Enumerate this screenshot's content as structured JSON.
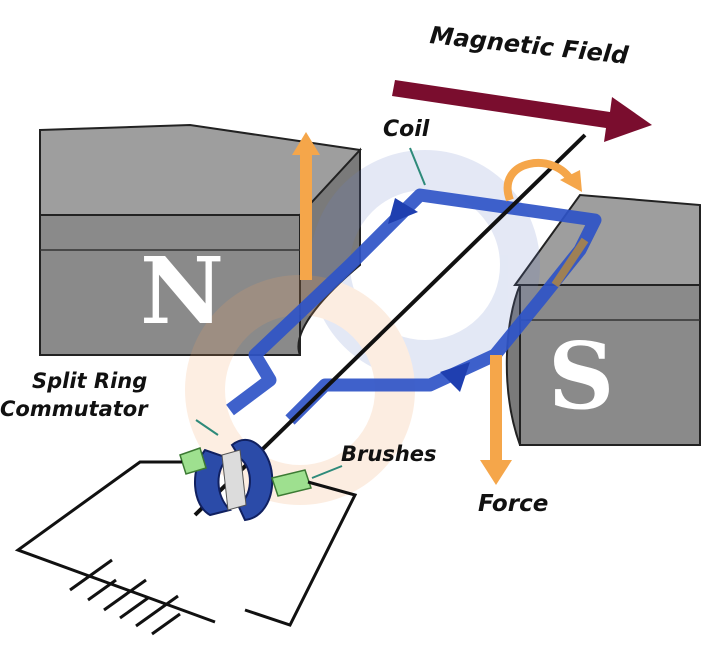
{
  "labels": {
    "magnetic_field": "Magnetic Field",
    "coil": "Coil",
    "split_ring_line1": "Split Ring",
    "split_ring_line2": "Commutator",
    "brushes": "Brushes",
    "force": "Force"
  },
  "poles": {
    "north": "N",
    "south": "S"
  },
  "colors": {
    "magnet": "#8a8a8a",
    "magnet_top": "#9e9e9e",
    "coil": "#2f54c7",
    "force_arrow": "#f5a64a",
    "field_arrow": "#7a0d2e",
    "brush": "#9ee08f",
    "commutator": "#2b4ba8",
    "wire": "#111111"
  }
}
